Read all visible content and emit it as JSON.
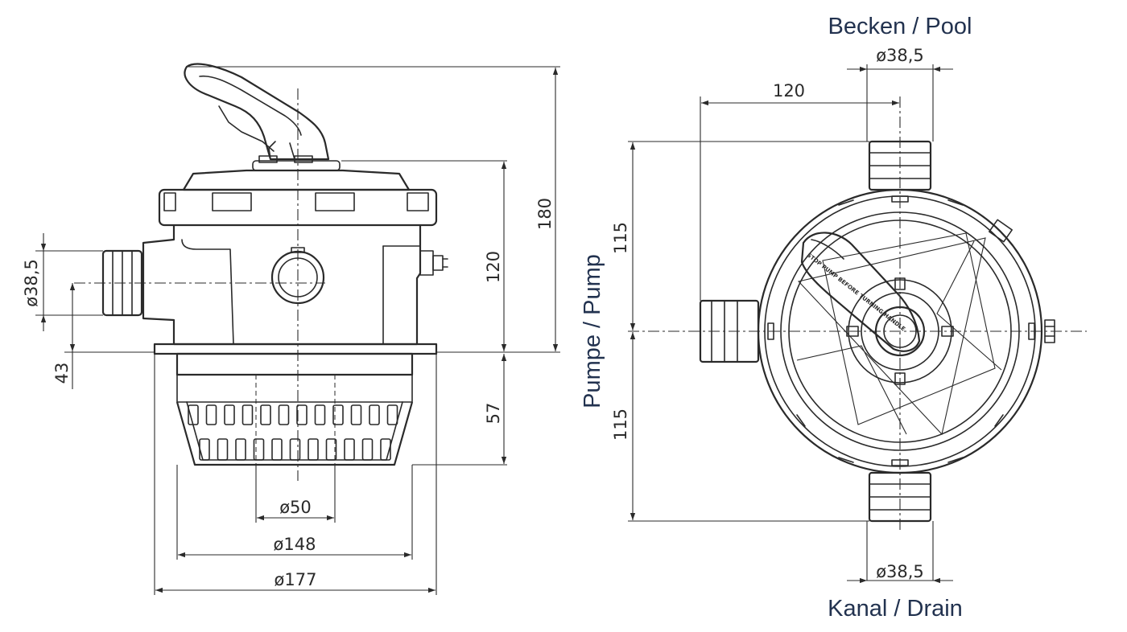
{
  "labels": {
    "top_port": "Becken / Pool",
    "bottom_port": "Kanal / Drain",
    "side_port": "Pumpe / Pump",
    "handle_text": "STOP PUMP BEFORE TURNING HANDLE"
  },
  "side_view": {
    "dim_height_total": "180",
    "dim_height_body": "120",
    "dim_height_basket": "57",
    "dim_port_diameter": "ø38,5",
    "dim_port_offset": "43",
    "dim_bottom_opening": "ø50",
    "dim_basket_diameter": "ø148",
    "dim_flange_diameter": "ø177"
  },
  "top_view": {
    "dim_top_port_diameter": "ø38,5",
    "dim_bottom_port_diameter": "ø38,5",
    "dim_center_offset": "120",
    "dim_upper_half": "115",
    "dim_lower_half": "115"
  }
}
